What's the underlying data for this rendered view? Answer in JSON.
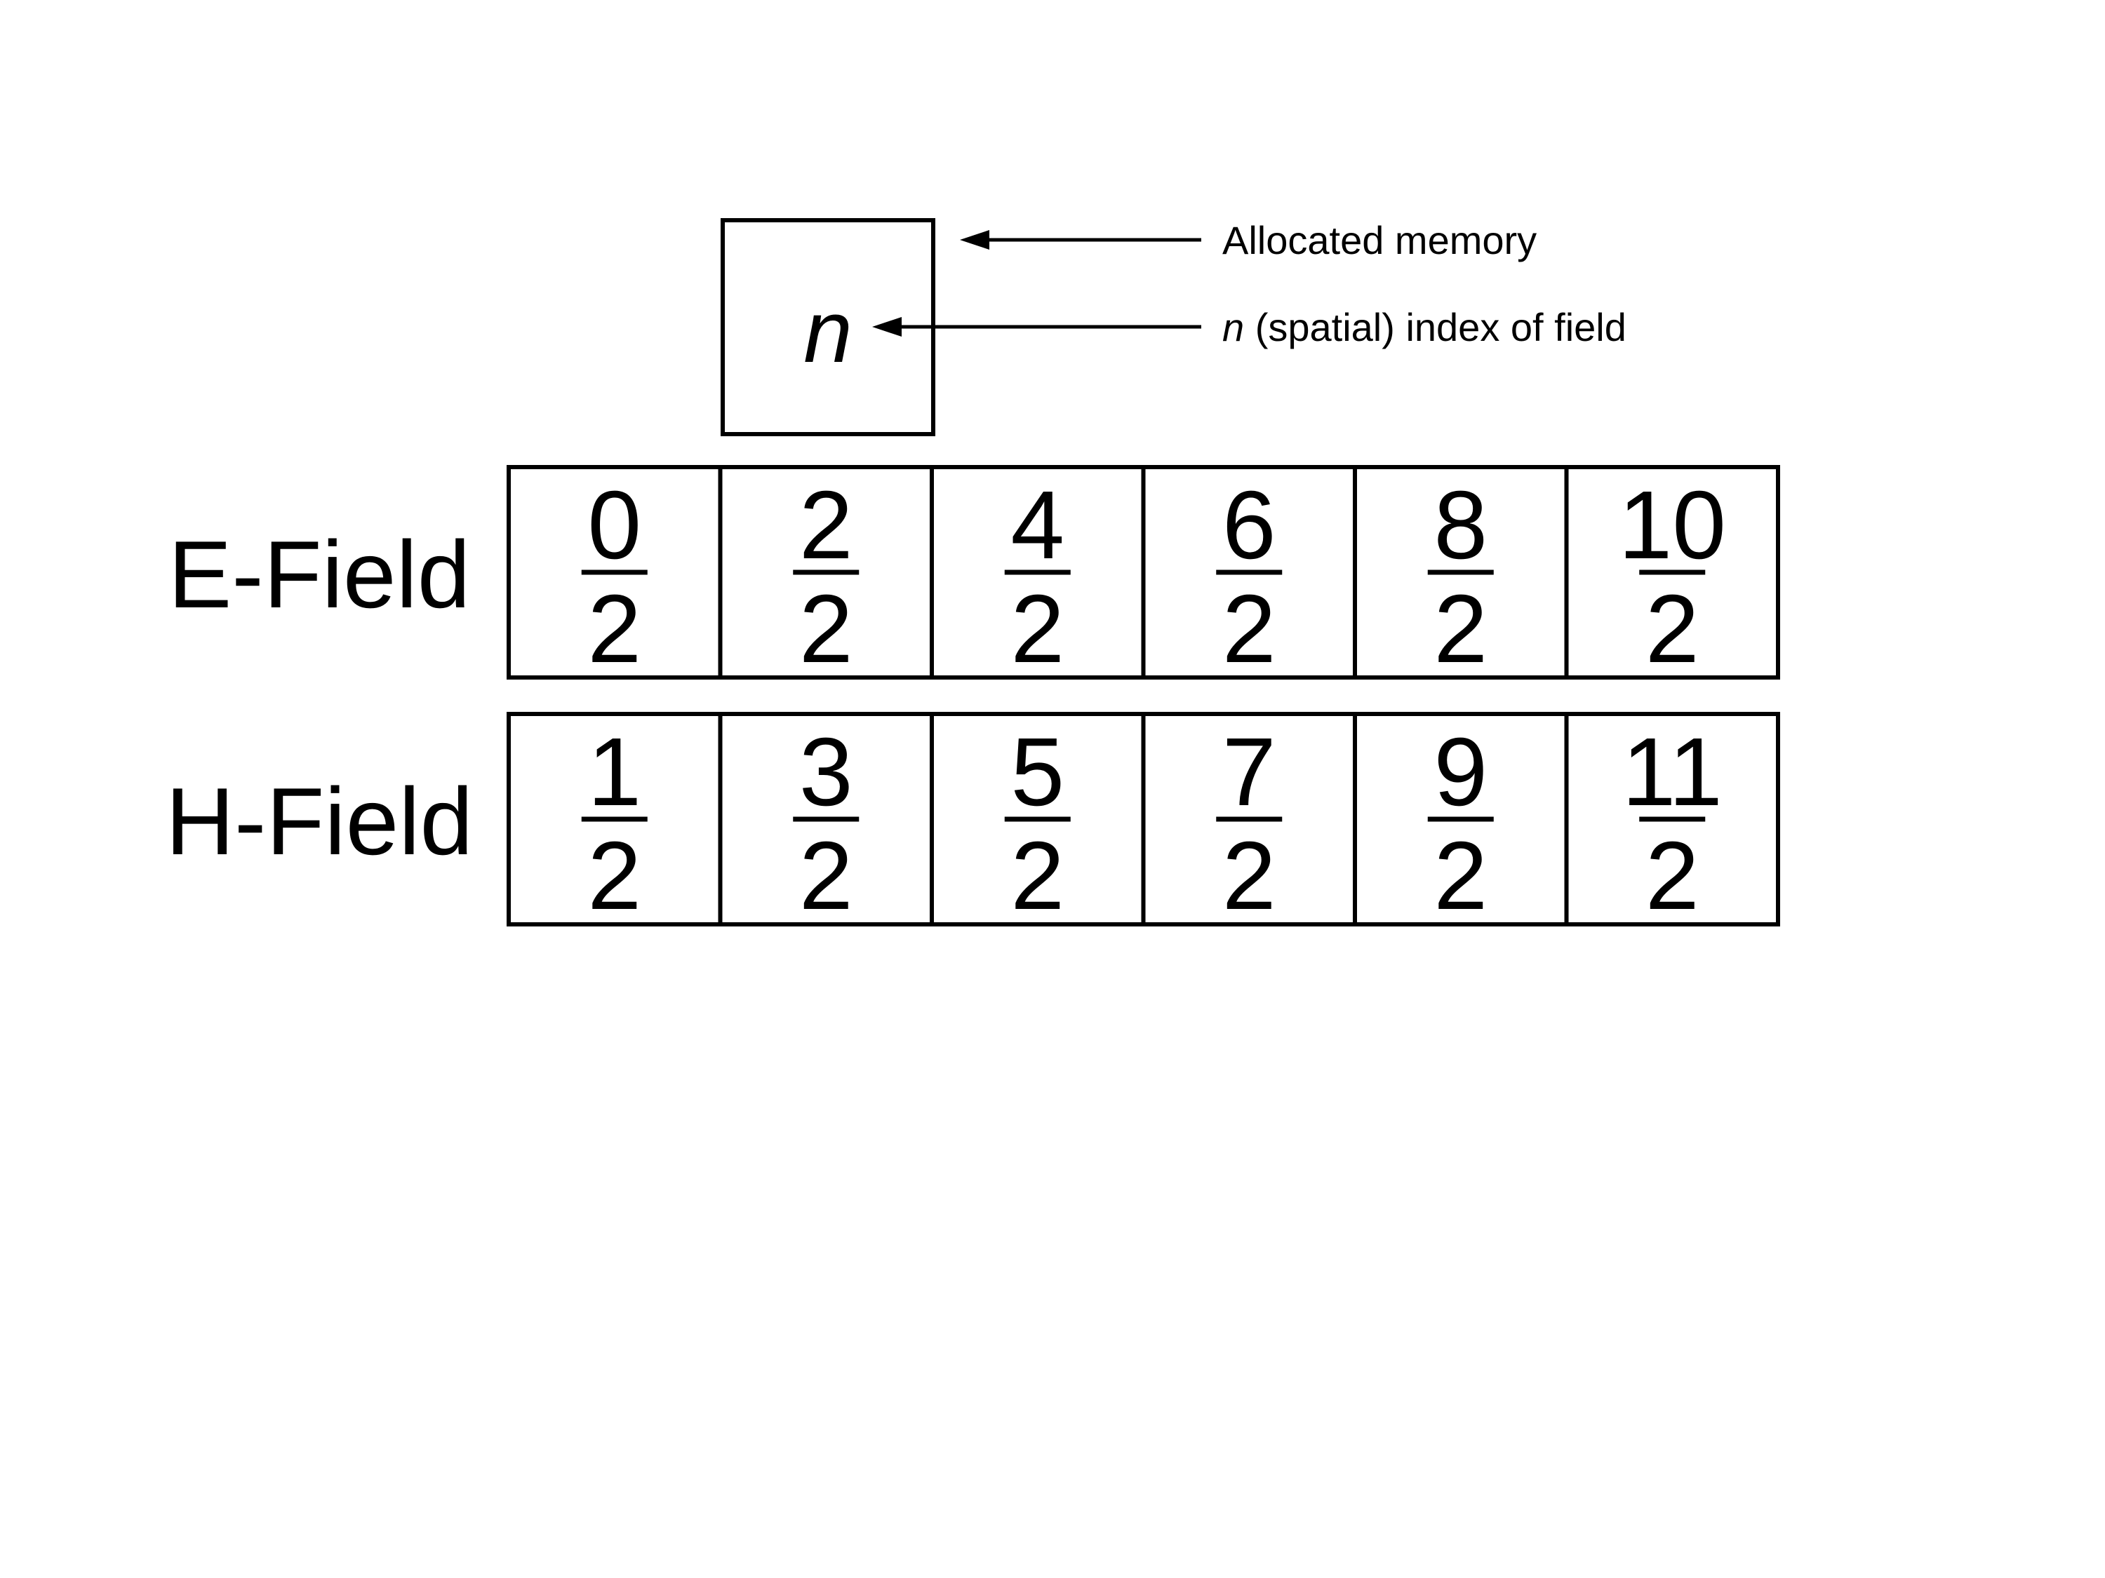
{
  "legend": {
    "box_symbol": "n",
    "allocated_label": "Allocated memory",
    "index_label_var": "n",
    "index_label_rest": " (spatial) index of field"
  },
  "fields": [
    {
      "label": "E-Field",
      "cells": [
        {
          "numerator": "0",
          "denominator": "2"
        },
        {
          "numerator": "2",
          "denominator": "2"
        },
        {
          "numerator": "4",
          "denominator": "2"
        },
        {
          "numerator": "6",
          "denominator": "2"
        },
        {
          "numerator": "8",
          "denominator": "2"
        },
        {
          "numerator": "10",
          "denominator": "2"
        }
      ]
    },
    {
      "label": "H-Field",
      "cells": [
        {
          "numerator": "1",
          "denominator": "2"
        },
        {
          "numerator": "3",
          "denominator": "2"
        },
        {
          "numerator": "5",
          "denominator": "2"
        },
        {
          "numerator": "7",
          "denominator": "2"
        },
        {
          "numerator": "9",
          "denominator": "2"
        },
        {
          "numerator": "11",
          "denominator": "2"
        }
      ]
    }
  ]
}
